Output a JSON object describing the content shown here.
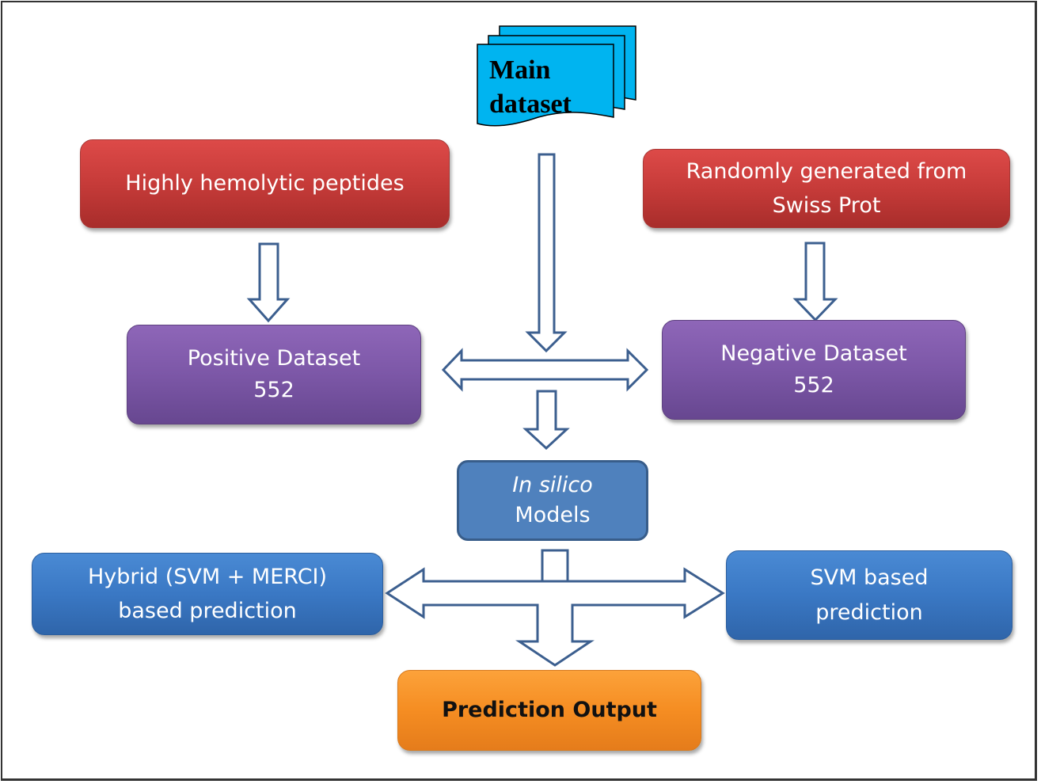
{
  "diagram": {
    "main_dataset": {
      "line1": "Main",
      "line2": "dataset"
    },
    "positive_source": {
      "label": "Highly hemolytic peptides"
    },
    "negative_source": {
      "line1": "Randomly generated from",
      "line2": "Swiss Prot"
    },
    "positive_dataset": {
      "line1": "Positive Dataset",
      "line2": "552"
    },
    "negative_dataset": {
      "line1": "Negative Dataset",
      "line2": "552"
    },
    "models": {
      "line1": "In silico",
      "line2": "Models"
    },
    "hybrid_prediction": {
      "line1": "Hybrid (SVM + MERCI)",
      "line2": "based prediction"
    },
    "svm_prediction": {
      "line1": "SVM based",
      "line2": "prediction"
    },
    "output": {
      "label": "Prediction Output"
    }
  },
  "colors": {
    "source_box": "#c83d3b",
    "dataset_box": "#7c57a7",
    "model_box": "#4f81bd",
    "prediction_box": "#3a78c4",
    "output_box": "#f58d22",
    "document_fill": "#00b4f0",
    "arrow_stroke": "#3c5f8f"
  }
}
